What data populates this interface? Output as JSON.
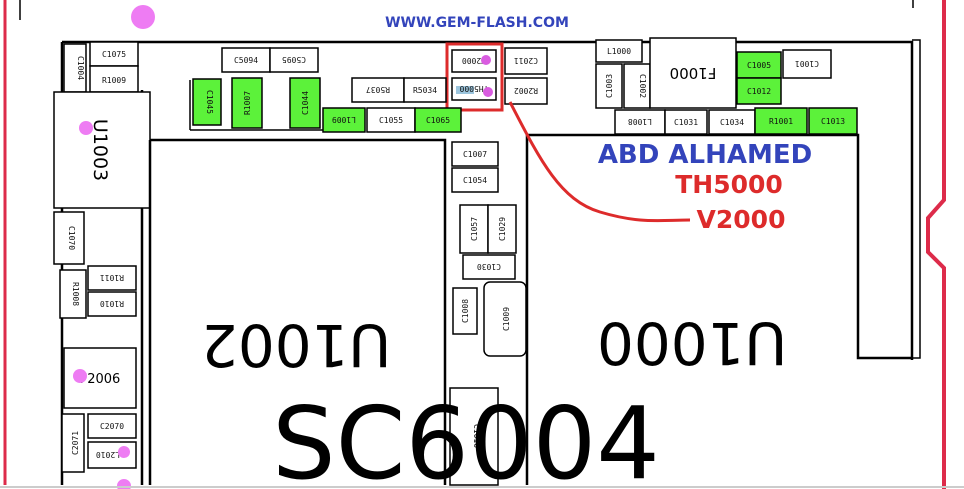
{
  "watermark": "WWW.GEM-FLASH.COM",
  "author": "ABD ALHAMED",
  "highlight": {
    "line1": "TH5000",
    "line2": "V2000"
  },
  "chips": {
    "u1002": "U1002",
    "u1000": "U1000",
    "u1003": "U1003",
    "f1000": "F1000",
    "f2006": "F2006",
    "soc": "SC6004"
  },
  "components": {
    "c1075": "C1075",
    "r1009": "R1009",
    "c1004": "C1004",
    "c5094": "C5094",
    "c5095": "C5095",
    "c1045": "C1045",
    "r1007": "R1007",
    "c1044": "C1044",
    "v2000": "V2000",
    "th5000": "TH5000",
    "c2011": "C2011",
    "r2002": "R2002",
    "r5037": "R5037",
    "r5034": "R5034",
    "l1009": "L1009",
    "c1055": "C1055",
    "c1065": "C1065",
    "l1000": "L1000",
    "c1003": "C1003",
    "c1002": "C1002",
    "c1005": "C1005",
    "c1001": "C1001",
    "c1012": "C1012",
    "l1008": "L1008",
    "c1031": "C1031",
    "c1034": "C1034",
    "r1001": "R1001",
    "c1013": "C1013",
    "c1007": "C1007",
    "c1054": "C1054",
    "c1057": "C1057",
    "c1029": "C1029",
    "c1030": "C1030",
    "c1008": "C1008",
    "c1009": "C1009",
    "c1070": "C1070",
    "r1011": "R1011",
    "r1010": "R1010",
    "r1008": "R1008",
    "c2070": "C2070",
    "c2071": "C2071",
    "l2010": "L2010",
    "c1010": "C1010"
  },
  "colors": {
    "watermark": "#3344bb",
    "author": "#3344bb",
    "highlight": "#dd2b2b",
    "frame": "#dd2b4a",
    "pad": "#5cf23a",
    "probe": "#ee7cf3"
  }
}
